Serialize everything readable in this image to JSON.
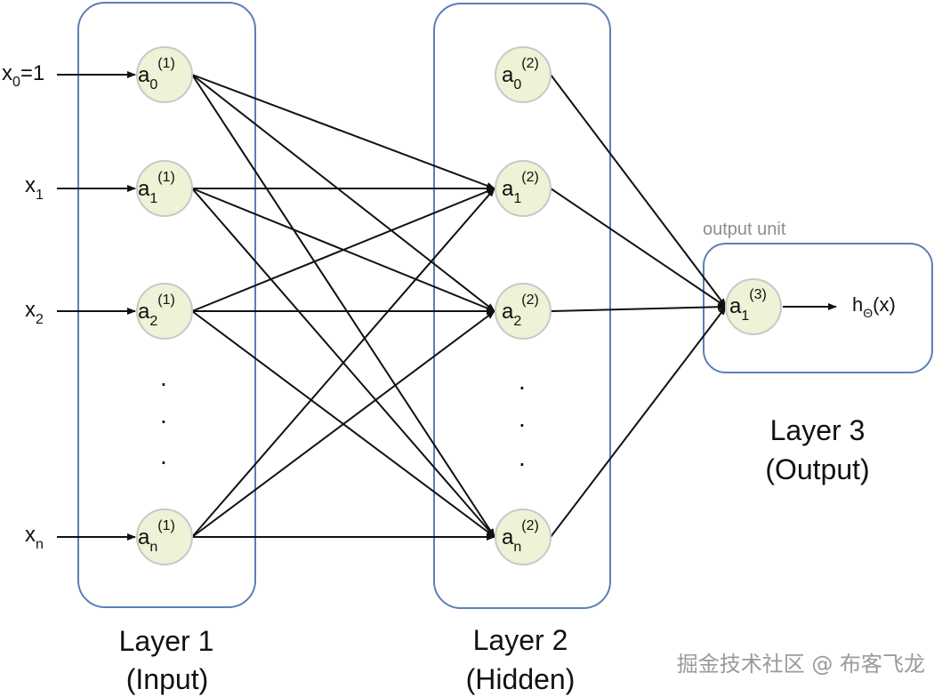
{
  "colors": {
    "box_border": "#5b7fb8",
    "node_fill": "#eef2d6",
    "node_border": "#c8c8c8",
    "edge": "#111111"
  },
  "inputs": [
    {
      "main": "x",
      "sub": "0",
      "suffix": "=1"
    },
    {
      "main": "x",
      "sub": "1",
      "suffix": ""
    },
    {
      "main": "x",
      "sub": "2",
      "suffix": ""
    },
    {
      "main": "x",
      "sub": "n",
      "suffix": ""
    }
  ],
  "layer1": {
    "title": "Layer 1",
    "subtitle": "(Input)",
    "nodes": [
      {
        "main": "a",
        "sub": "0",
        "sup": "(1)"
      },
      {
        "main": "a",
        "sub": "1",
        "sup": "(1)"
      },
      {
        "main": "a",
        "sub": "2",
        "sup": "(1)"
      },
      {
        "main": "a",
        "sub": "n",
        "sup": "(1)"
      }
    ]
  },
  "layer2": {
    "title": "Layer 2",
    "subtitle": "(Hidden)",
    "nodes": [
      {
        "main": "a",
        "sub": "0",
        "sup": "(2)"
      },
      {
        "main": "a",
        "sub": "1",
        "sup": "(2)"
      },
      {
        "main": "a",
        "sub": "2",
        "sup": "(2)"
      },
      {
        "main": "a",
        "sub": "n",
        "sup": "(2)"
      }
    ]
  },
  "layer3": {
    "title": "Layer 3",
    "subtitle": "(Output)",
    "box_label": "output unit",
    "node": {
      "main": "a",
      "sub": "1",
      "sup": "(3)"
    }
  },
  "output": {
    "main": "h",
    "sub": "Θ",
    "suffix": "(x)"
  },
  "dots": ".",
  "watermark": "掘金技术社区 @ 布客飞龙"
}
